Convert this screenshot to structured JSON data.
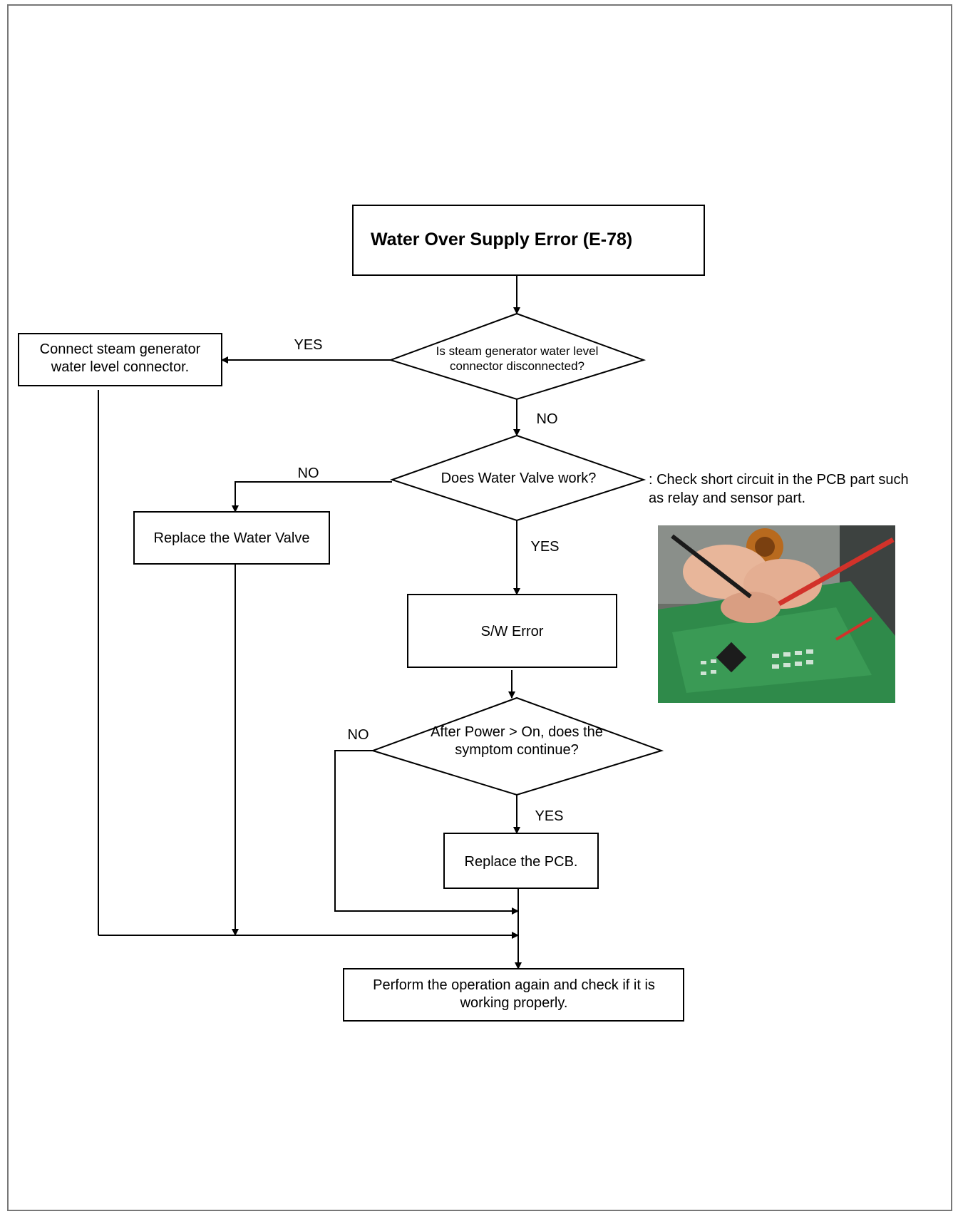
{
  "flowchart": {
    "title": "Water Over Supply Error (E-78)",
    "q1": "Is steam generator water level connector disconnected?",
    "q1_yes_label": "YES",
    "q1_no_label": "NO",
    "action_connect": "Connect steam generator water level connector.",
    "q2": "Does Water Valve work?",
    "q2_no_label": "NO",
    "q2_yes_label": "YES",
    "action_replace_valve": "Replace the Water Valve",
    "sw_error": "S/W Error",
    "q3": "After Power > On, does the symptom continue?",
    "q3_no_label": "NO",
    "q3_yes_label": "YES",
    "action_replace_pcb": "Replace the PCB.",
    "final": "Perform the operation again and check if it is working properly."
  },
  "note": {
    "text": ": Check short circuit in the PCB part such as relay and sensor part."
  },
  "photo": {
    "subject": "hands-probing-pcb-photo"
  },
  "colors": {
    "line": "#000000",
    "frame": "#777777",
    "pcb_green": "#2f8a4a",
    "probe_red": "#d2322a"
  }
}
